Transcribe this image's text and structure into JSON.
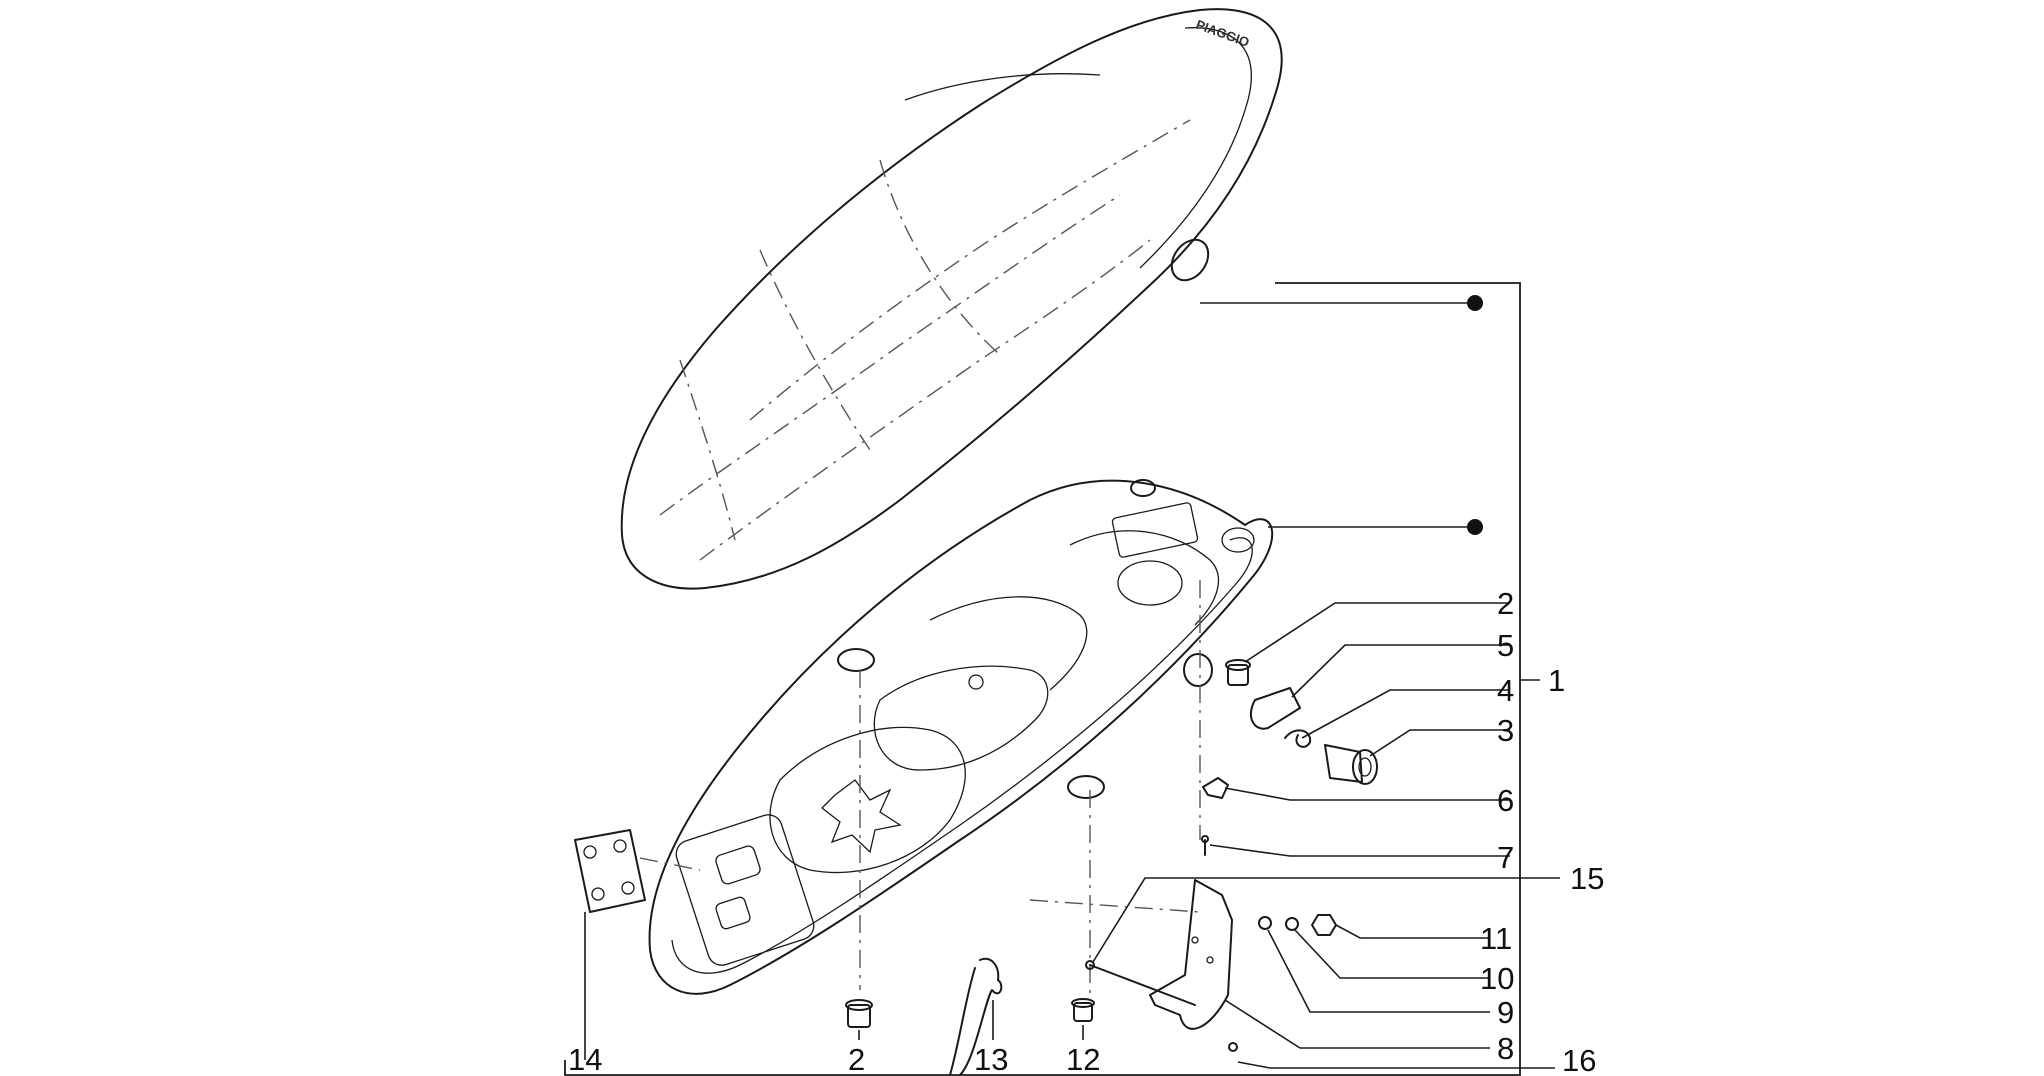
{
  "diagram": {
    "type": "exploded-parts-diagram",
    "seat_brand_text": "PIAGGIO",
    "callouts": [
      {
        "id": "c1",
        "label": "1"
      },
      {
        "id": "c2a",
        "label": "2"
      },
      {
        "id": "c2b",
        "label": "2"
      },
      {
        "id": "c3",
        "label": "3"
      },
      {
        "id": "c4",
        "label": "4"
      },
      {
        "id": "c5",
        "label": "5"
      },
      {
        "id": "c6",
        "label": "6"
      },
      {
        "id": "c7",
        "label": "7"
      },
      {
        "id": "c8",
        "label": "8"
      },
      {
        "id": "c9",
        "label": "9"
      },
      {
        "id": "c10",
        "label": "10"
      },
      {
        "id": "c11",
        "label": "11"
      },
      {
        "id": "c12",
        "label": "12"
      },
      {
        "id": "c13",
        "label": "13"
      },
      {
        "id": "c14",
        "label": "14"
      },
      {
        "id": "c15",
        "label": "15"
      },
      {
        "id": "c16",
        "label": "16"
      }
    ]
  }
}
